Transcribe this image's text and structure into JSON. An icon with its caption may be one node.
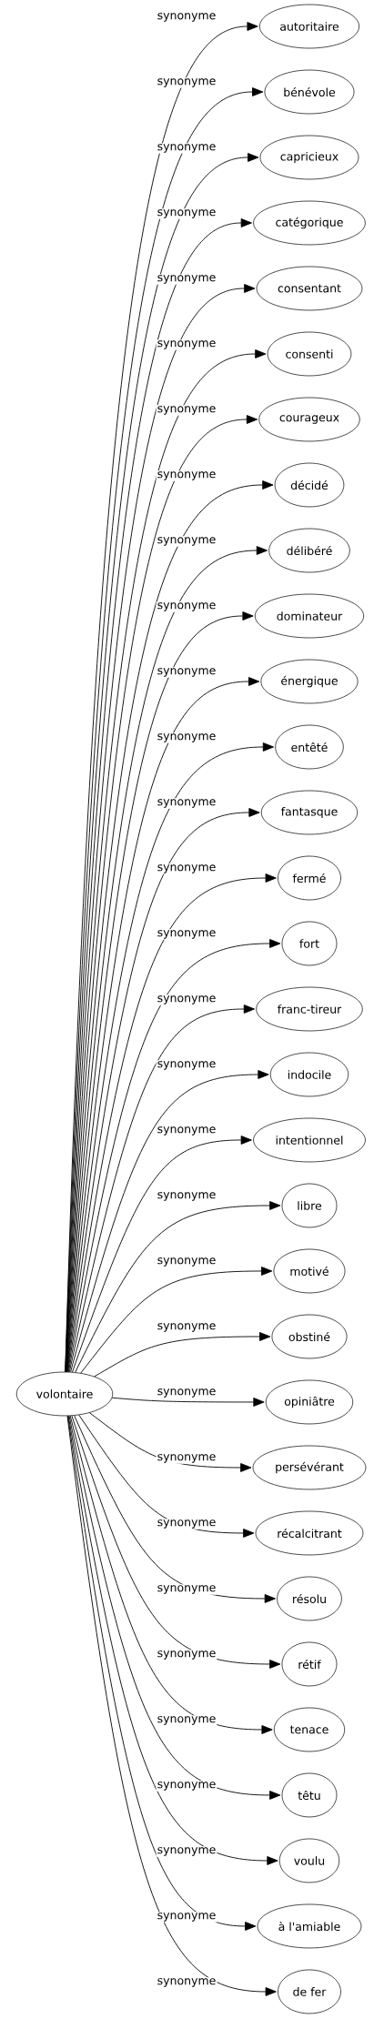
{
  "diagram": {
    "nodes": [
      {
        "text": [
          "volontaire"
        ]
      },
      {
        "text": [
          "autoritaire"
        ]
      },
      {
        "text": [
          "bénévole"
        ]
      },
      {
        "text": [
          "capricieux"
        ]
      },
      {
        "text": [
          "catégorique"
        ]
      },
      {
        "text": [
          "consentant"
        ]
      },
      {
        "text": [
          "consenti"
        ]
      },
      {
        "text": [
          "courageux"
        ]
      },
      {
        "text": [
          "décidé"
        ]
      },
      {
        "text": [
          "délibéré"
        ]
      },
      {
        "text": [
          "dominateur"
        ]
      },
      {
        "text": [
          "énergique"
        ]
      },
      {
        "text": [
          "entêté"
        ]
      },
      {
        "text": [
          "fantasque"
        ]
      },
      {
        "text": [
          "fermé"
        ]
      },
      {
        "text": [
          "fort"
        ]
      },
      {
        "text": [
          "franc-tireur"
        ]
      },
      {
        "text": [
          "indocile"
        ]
      },
      {
        "text": [
          "intentionnel"
        ]
      },
      {
        "text": [
          "libre"
        ]
      },
      {
        "text": [
          "motivé"
        ]
      },
      {
        "text": [
          "obstiné"
        ]
      },
      {
        "text": [
          "opiniâtre"
        ]
      },
      {
        "text": [
          "persévérant"
        ]
      },
      {
        "text": [
          "récalcitrant"
        ]
      },
      {
        "text": [
          "résolu"
        ]
      },
      {
        "text": [
          "rétif"
        ]
      },
      {
        "text": [
          "tenace"
        ]
      },
      {
        "text": [
          "têtu"
        ]
      },
      {
        "text": [
          "voulu"
        ]
      },
      {
        "text": [
          "à l'amiable"
        ]
      },
      {
        "text": [
          "de fer"
        ]
      }
    ],
    "edges": [
      {
        "from": 0,
        "to": 1,
        "arrow": "to",
        "label": "synonyme"
      },
      {
        "from": 0,
        "to": 2,
        "arrow": "to",
        "label": "synonyme"
      },
      {
        "from": 0,
        "to": 3,
        "arrow": "to",
        "label": "synonyme"
      },
      {
        "from": 0,
        "to": 4,
        "arrow": "to",
        "label": "synonyme"
      },
      {
        "from": 0,
        "to": 5,
        "arrow": "to",
        "label": "synonyme"
      },
      {
        "from": 0,
        "to": 6,
        "arrow": "to",
        "label": "synonyme"
      },
      {
        "from": 0,
        "to": 7,
        "arrow": "to",
        "label": "synonyme"
      },
      {
        "from": 0,
        "to": 8,
        "arrow": "to",
        "label": "synonyme"
      },
      {
        "from": 0,
        "to": 9,
        "arrow": "to",
        "label": "synonyme"
      },
      {
        "from": 0,
        "to": 10,
        "arrow": "to",
        "label": "synonyme"
      },
      {
        "from": 0,
        "to": 11,
        "arrow": "to",
        "label": "synonyme"
      },
      {
        "from": 0,
        "to": 12,
        "arrow": "to",
        "label": "synonyme"
      },
      {
        "from": 0,
        "to": 13,
        "arrow": "to",
        "label": "synonyme"
      },
      {
        "from": 0,
        "to": 14,
        "arrow": "to",
        "label": "synonyme"
      },
      {
        "from": 0,
        "to": 15,
        "arrow": "to",
        "label": "synonyme"
      },
      {
        "from": 0,
        "to": 16,
        "arrow": "to",
        "label": "synonyme"
      },
      {
        "from": 0,
        "to": 17,
        "arrow": "to",
        "label": "synonyme"
      },
      {
        "from": 0,
        "to": 18,
        "arrow": "to",
        "label": "synonyme"
      },
      {
        "from": 0,
        "to": 19,
        "arrow": "to",
        "label": "synonyme"
      },
      {
        "from": 0,
        "to": 20,
        "arrow": "to",
        "label": "synonyme"
      },
      {
        "from": 0,
        "to": 21,
        "arrow": "to",
        "label": "synonyme"
      },
      {
        "from": 0,
        "to": 22,
        "arrow": "to",
        "label": "synonyme"
      },
      {
        "from": 0,
        "to": 23,
        "arrow": "to",
        "label": "synonyme"
      },
      {
        "from": 0,
        "to": 24,
        "arrow": "to",
        "label": "synonyme"
      },
      {
        "from": 0,
        "to": 25,
        "arrow": "to",
        "label": "synonyme"
      },
      {
        "from": 0,
        "to": 26,
        "arrow": "to",
        "label": "synonyme"
      },
      {
        "from": 0,
        "to": 27,
        "arrow": "to",
        "label": "synonyme"
      },
      {
        "from": 0,
        "to": 28,
        "arrow": "to",
        "label": "synonyme"
      },
      {
        "from": 0,
        "to": 29,
        "arrow": "to",
        "label": "synonyme"
      },
      {
        "from": 0,
        "to": 30,
        "arrow": "to",
        "label": "synonyme"
      },
      {
        "from": 0,
        "to": 31,
        "arrow": "to",
        "label": "synonyme"
      }
    ]
  }
}
